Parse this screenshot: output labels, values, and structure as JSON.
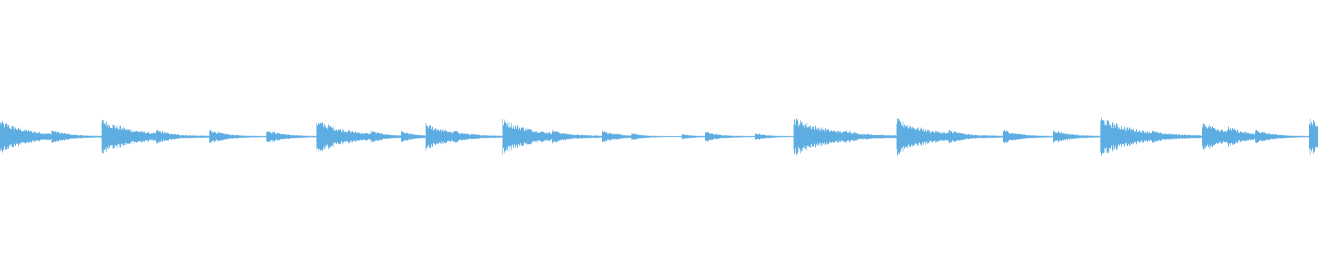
{
  "waveform": {
    "color": "#5dade2",
    "background": "#ffffff",
    "transients": [
      {
        "at": 0.0,
        "amp": 0.9
      },
      {
        "at": 0.039,
        "amp": 0.4
      },
      {
        "at": 0.077,
        "amp": 1.0
      },
      {
        "at": 0.118,
        "amp": 0.4
      },
      {
        "at": 0.159,
        "amp": 0.4
      },
      {
        "at": 0.202,
        "amp": 0.4
      },
      {
        "at": 0.24,
        "amp": 0.95
      },
      {
        "at": 0.281,
        "amp": 0.35
      },
      {
        "at": 0.304,
        "amp": 0.3
      },
      {
        "at": 0.323,
        "amp": 0.75
      },
      {
        "at": 0.345,
        "amp": 0.35
      },
      {
        "at": 0.381,
        "amp": 1.0
      },
      {
        "at": 0.419,
        "amp": 0.4
      },
      {
        "at": 0.457,
        "amp": 0.35
      },
      {
        "at": 0.479,
        "amp": 0.2
      },
      {
        "at": 0.517,
        "amp": 0.15
      },
      {
        "at": 0.535,
        "amp": 0.3
      },
      {
        "at": 0.573,
        "amp": 0.2
      },
      {
        "at": 0.602,
        "amp": 1.1
      },
      {
        "at": 0.641,
        "amp": 0.4
      },
      {
        "at": 0.68,
        "amp": 1.0
      },
      {
        "at": 0.72,
        "amp": 0.4
      },
      {
        "at": 0.761,
        "amp": 0.4
      },
      {
        "at": 0.799,
        "amp": 0.4
      },
      {
        "at": 0.835,
        "amp": 1.1
      },
      {
        "at": 0.874,
        "amp": 0.35
      },
      {
        "at": 0.912,
        "amp": 0.85
      },
      {
        "at": 0.932,
        "amp": 0.55
      },
      {
        "at": 0.952,
        "amp": 0.4
      },
      {
        "at": 0.993,
        "amp": 1.0
      }
    ]
  }
}
